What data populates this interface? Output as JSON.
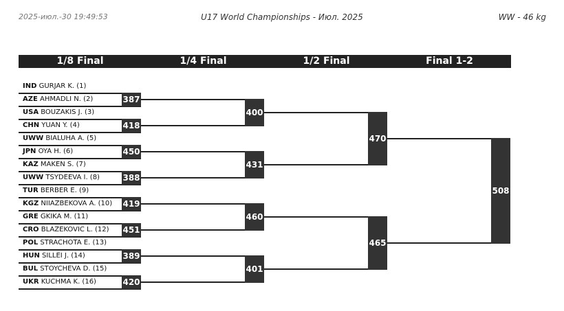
{
  "header": {
    "timestamp": "2025-июл.-30 19:49:53",
    "title": "U17 World Championships - Июл. 2025",
    "weight_class": "WW - 46 kg"
  },
  "rounds": [
    "1/8 Final",
    "1/4 Final",
    "1/2 Final",
    "Final 1-2"
  ],
  "competitors": [
    {
      "country": "IND",
      "name": "GURJAR K. (1)"
    },
    {
      "country": "AZE",
      "name": "AHMADLI N. (2)"
    },
    {
      "country": "USA",
      "name": "BOUZAKIS J. (3)"
    },
    {
      "country": "CHN",
      "name": "YUAN Y. (4)"
    },
    {
      "country": "UWW",
      "name": "BIALUHA A. (5)"
    },
    {
      "country": "JPN",
      "name": "OYA H. (6)"
    },
    {
      "country": "KAZ",
      "name": "MAKEN S. (7)"
    },
    {
      "country": "UWW",
      "name": "TSYDEEVA I. (8)"
    },
    {
      "country": "TUR",
      "name": "BERBER E. (9)"
    },
    {
      "country": "KGZ",
      "name": "NIIAZBEKOVA A. (10)"
    },
    {
      "country": "GRE",
      "name": "GKIKA M. (11)"
    },
    {
      "country": "CRO",
      "name": "BLAZEKOVIC L. (12)"
    },
    {
      "country": "POL",
      "name": "STRACHOTA E. (13)"
    },
    {
      "country": "HUN",
      "name": "SILLEI J. (14)"
    },
    {
      "country": "BUL",
      "name": "STOYCHEVA D. (15)"
    },
    {
      "country": "UKR",
      "name": "KUCHMA K. (16)"
    }
  ],
  "bouts": {
    "r1": [
      "387",
      "418",
      "450",
      "388",
      "419",
      "451",
      "389",
      "420"
    ],
    "r2": [
      "400",
      "431",
      "460",
      "401"
    ],
    "r3": [
      "470",
      "465"
    ],
    "final": "508"
  }
}
